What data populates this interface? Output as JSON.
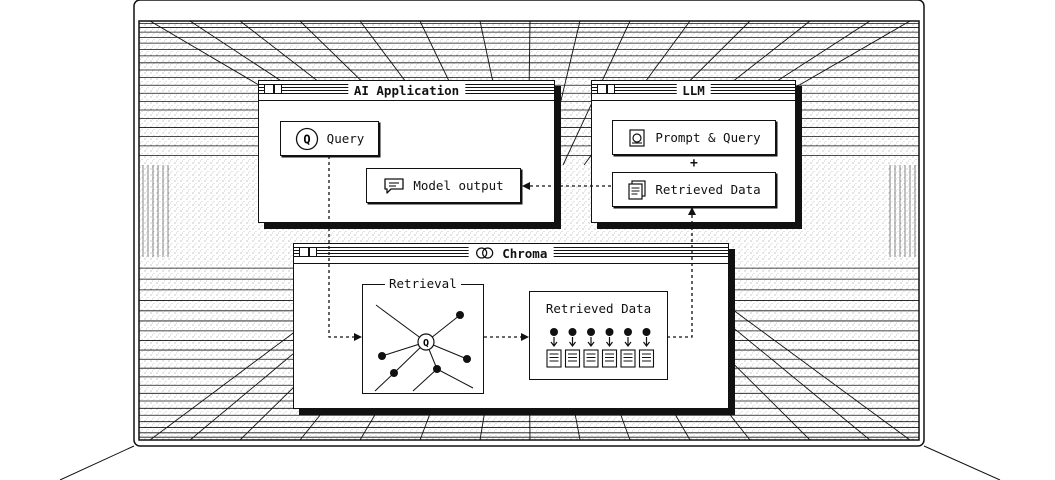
{
  "ai_application": {
    "title": "AI Application",
    "query_label": "Query",
    "query_icon_letter": "Q",
    "model_output_label": "Model output"
  },
  "llm": {
    "title": "LLM",
    "prompt_label": "Prompt & Query",
    "plus": "+",
    "retrieved_label": "Retrieved Data"
  },
  "chroma": {
    "title": "Chroma",
    "retrieval_label": "Retrieval",
    "hub_letter": "Q",
    "retrieved_label": "Retrieved Data",
    "result_count": 6
  },
  "colors": {
    "ink": "#111111",
    "paper": "#ffffff",
    "grid": "#9a9a9a"
  }
}
